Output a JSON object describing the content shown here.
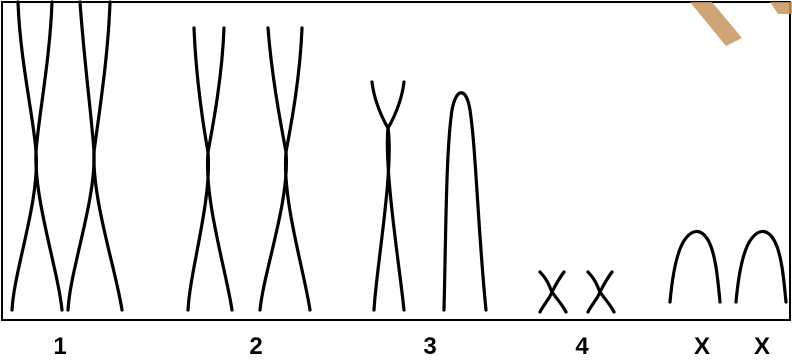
{
  "groups": [
    {
      "label": "1",
      "shape": "long-cross-pair"
    },
    {
      "label": "2",
      "shape": "cross-pair"
    },
    {
      "label": "3",
      "shape": "cross-and-arch"
    },
    {
      "label": "4",
      "shape": "small-cross-pair"
    },
    {
      "label": "X",
      "shape": "arch"
    },
    {
      "label": "X",
      "shape": "arch"
    }
  ],
  "colors": {
    "stroke": "#000000",
    "background": "#ffffff",
    "watermark": "#c8955e"
  }
}
